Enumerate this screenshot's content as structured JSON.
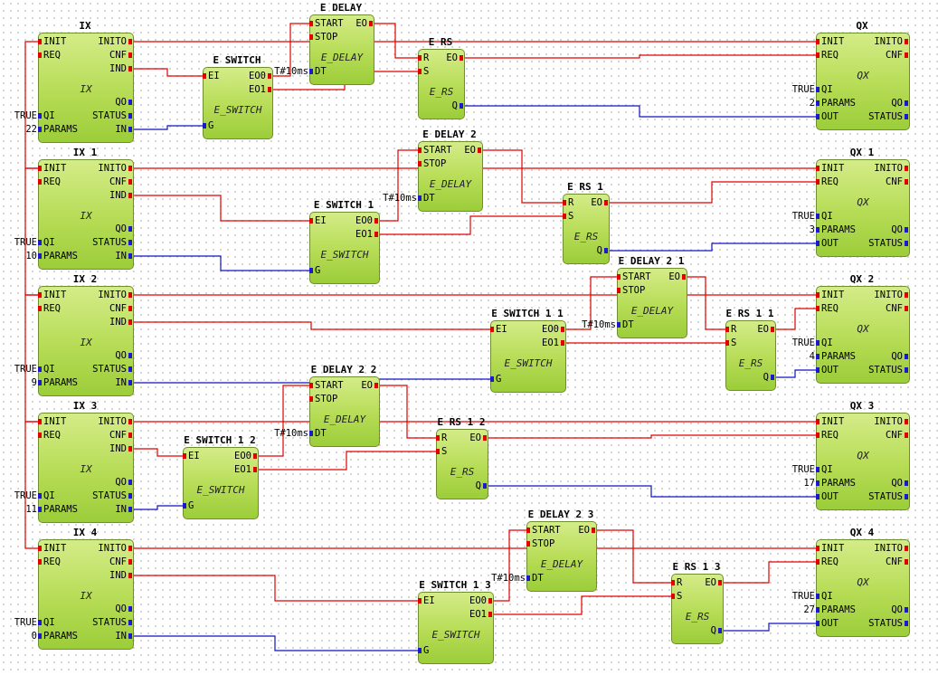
{
  "blocks": [
    {
      "name": "IX",
      "type": "IX"
    },
    {
      "name": "IX 1",
      "type": "IX"
    },
    {
      "name": "IX 2",
      "type": "IX"
    },
    {
      "name": "IX 3",
      "type": "IX"
    },
    {
      "name": "IX 4",
      "type": "IX"
    },
    {
      "name": "E SWITCH",
      "type": "E_SWITCH"
    },
    {
      "name": "E SWITCH 1",
      "type": "E_SWITCH"
    },
    {
      "name": "E SWITCH 1 1",
      "type": "E_SWITCH"
    },
    {
      "name": "E SWITCH 1 2",
      "type": "E_SWITCH"
    },
    {
      "name": "E SWITCH 1 3",
      "type": "E_SWITCH"
    },
    {
      "name": "E DELAY",
      "type": "E_DELAY"
    },
    {
      "name": "E DELAY 2",
      "type": "E_DELAY"
    },
    {
      "name": "E DELAY 2 1",
      "type": "E_DELAY"
    },
    {
      "name": "E DELAY 2 2",
      "type": "E_DELAY"
    },
    {
      "name": "E DELAY 2 3",
      "type": "E_DELAY"
    },
    {
      "name": "E RS",
      "type": "E_RS"
    },
    {
      "name": "E RS 1",
      "type": "E_RS"
    },
    {
      "name": "E RS 1 1",
      "type": "E_RS"
    },
    {
      "name": "E RS 1 2",
      "type": "E_RS"
    },
    {
      "name": "E RS 1 3",
      "type": "E_RS"
    },
    {
      "name": "QX",
      "type": "QX"
    },
    {
      "name": "QX 1",
      "type": "QX"
    },
    {
      "name": "QX 2",
      "type": "QX"
    },
    {
      "name": "QX 3",
      "type": "QX"
    },
    {
      "name": "QX 4",
      "type": "QX"
    }
  ],
  "ports": {
    "IX": {
      "in_events": [
        "INIT",
        "REQ"
      ],
      "out_events": [
        "INITO",
        "CNF",
        "IND"
      ],
      "in_data": [
        "QI",
        "PARAMS"
      ],
      "out_data": [
        "QO",
        "STATUS",
        "IN"
      ]
    },
    "QX": {
      "in_events": [
        "INIT",
        "REQ"
      ],
      "out_events": [
        "INITO",
        "CNF"
      ],
      "in_data": [
        "QI",
        "PARAMS",
        "OUT"
      ],
      "out_data": [
        "QO",
        "STATUS"
      ]
    },
    "E_SWITCH": {
      "in_events": [
        "EI"
      ],
      "out_events": [
        "EO0",
        "EO1"
      ],
      "in_data": [
        "G"
      ],
      "out_data": []
    },
    "E_DELAY": {
      "in_events": [
        "START",
        "STOP"
      ],
      "out_events": [
        "EO"
      ],
      "in_data": [
        "DT"
      ],
      "out_data": []
    },
    "E_RS": {
      "in_events": [
        "R",
        "S"
      ],
      "out_events": [
        "EO"
      ],
      "in_data": [],
      "out_data": [
        "Q"
      ]
    }
  },
  "params": {
    "ix_qi": [
      "TRUE",
      "TRUE",
      "TRUE",
      "TRUE",
      "TRUE"
    ],
    "ix_params": [
      "22",
      "10",
      "9",
      "11",
      "0"
    ],
    "qx_qi": [
      "TRUE",
      "TRUE",
      "TRUE",
      "TRUE",
      "TRUE"
    ],
    "qx_params": [
      "2",
      "3",
      "4",
      "17",
      "27"
    ],
    "delay_dt": [
      "T#10ms",
      "T#10ms",
      "T#10ms",
      "T#10ms",
      "T#10ms"
    ]
  },
  "colors": {
    "event_line": "#e00000",
    "data_line": "#1010c0",
    "block_fill": "#b6dc55",
    "block_border": "#6f8f2d"
  }
}
